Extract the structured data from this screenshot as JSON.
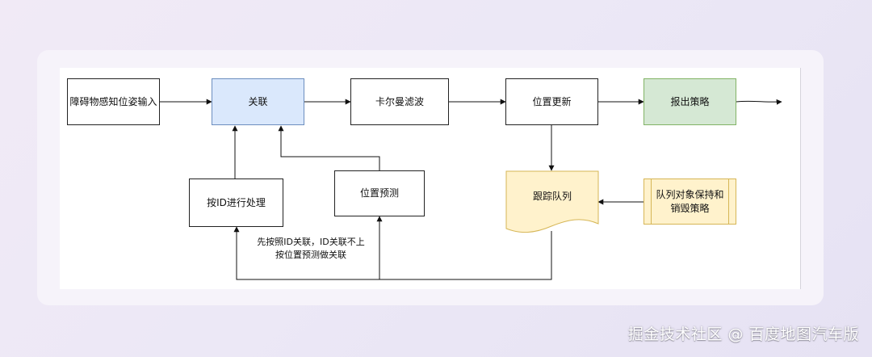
{
  "nodes": {
    "input": "障碍物感知位姿输入",
    "associate": "关联",
    "kalman": "卡尔曼滤波",
    "update": "位置更新",
    "report": "报出策略",
    "id_process": "按ID进行处理",
    "predict": "位置预测",
    "queue": "跟踪队列",
    "maintain_line1": "队列对象保持和",
    "maintain_line2": "销毁策略"
  },
  "note": {
    "line1": "先按照ID关联，ID关联不上",
    "line2": "按位置预测做关联"
  },
  "watermark": "掘金技术社区 @ 百度地图汽车版",
  "colors": {
    "associate_fill": "#dae8fc",
    "associate_border": "#6c8ebf",
    "report_fill": "#d5e8d4",
    "report_border": "#82b366",
    "queue_fill": "#fff2cc",
    "queue_border": "#d6b656"
  }
}
